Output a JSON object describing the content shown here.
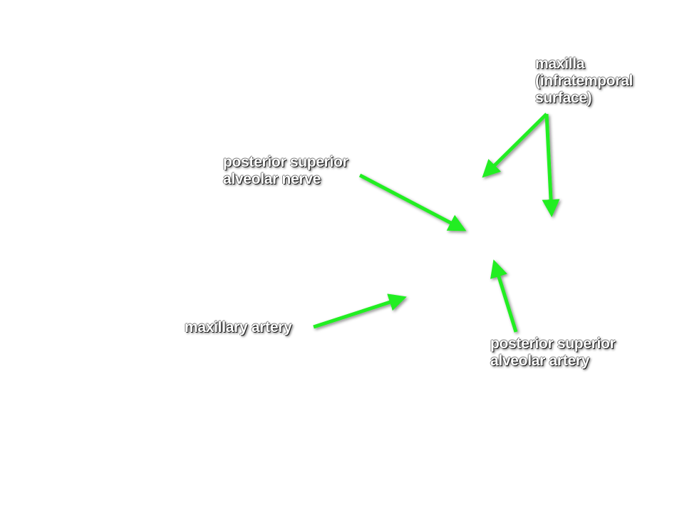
{
  "arrow_color": "#22ee22",
  "labels": {
    "maxilla": {
      "line1": "maxilla",
      "line2": "(infratemporal",
      "line3": "surface)"
    },
    "psa_nerve": {
      "line1": "posterior superior",
      "line2": "alveolar nerve"
    },
    "maxillary_artery": {
      "line1": "maxillary artery"
    },
    "psa_artery": {
      "line1": "posterior superior",
      "line2": "alveolar artery"
    }
  }
}
